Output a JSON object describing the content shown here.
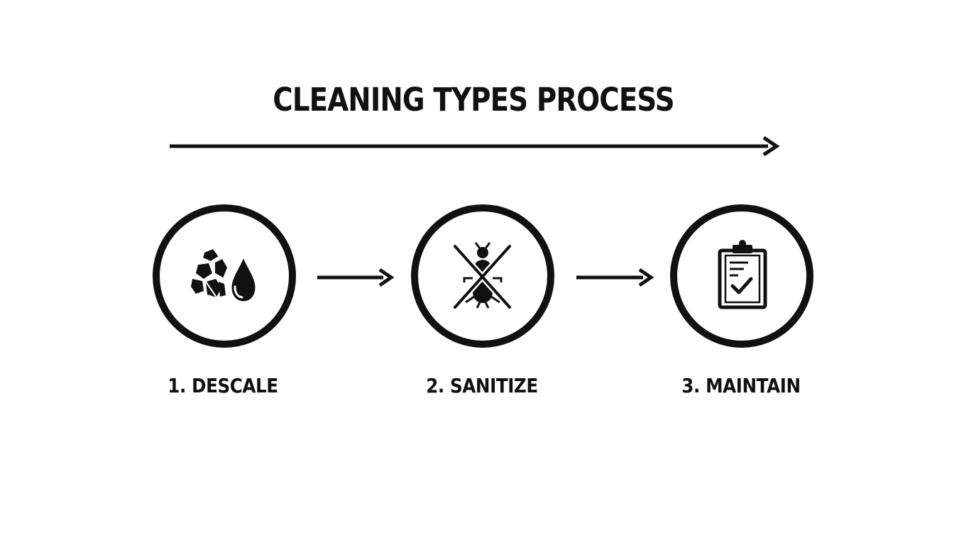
{
  "title": "CLEANING TYPES PROCESS",
  "steps": [
    {
      "label": "1. DESCALE",
      "icon": "rocks-and-water-drop-icon"
    },
    {
      "label": "2. SANITIZE",
      "icon": "crossed-out-bug-icon"
    },
    {
      "label": "3. MAINTAIN",
      "icon": "clipboard-checklist-icon"
    }
  ],
  "colors": {
    "ink": "#111111",
    "background": "#ffffff"
  }
}
